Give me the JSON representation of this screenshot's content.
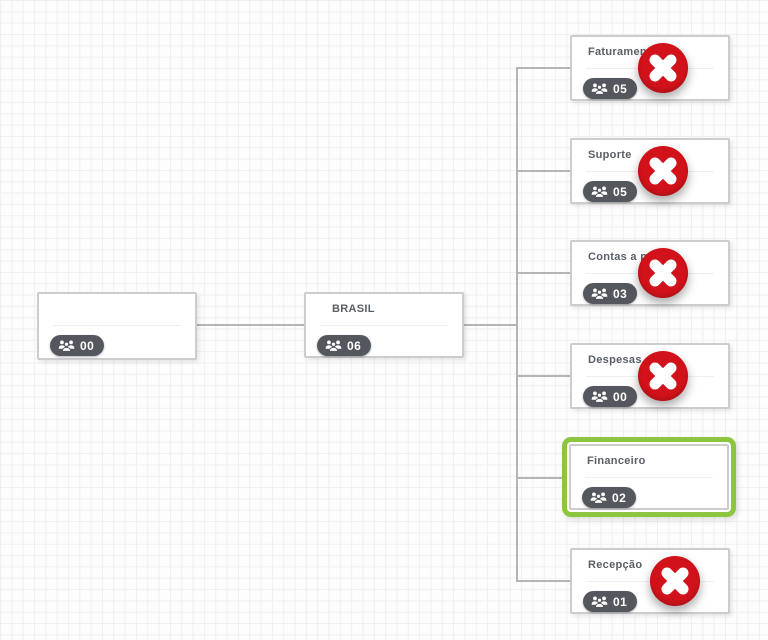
{
  "canvas": {
    "background": "#fdfdfd",
    "grid_line_color": "#f1eff0"
  },
  "colors": {
    "selected_green": "#8cc63f",
    "delete_red": "#d2121a",
    "badge_bg": "#55575e",
    "connector_gray": "#b4b4b6",
    "node_border": "#cdcdcd"
  },
  "nodes": [
    {
      "title": "",
      "count": "00",
      "has_delete_marker": false,
      "selected": false
    },
    {
      "title": "BRASIL",
      "count": "06",
      "has_delete_marker": false,
      "selected": false
    },
    {
      "title": "Faturamento",
      "count": "05",
      "has_delete_marker": true,
      "selected": false
    },
    {
      "title": "Suporte",
      "count": "05",
      "has_delete_marker": true,
      "selected": false
    },
    {
      "title": "Contas a pagar",
      "count": "03",
      "has_delete_marker": true,
      "selected": false
    },
    {
      "title": "Despesas",
      "count": "00",
      "has_delete_marker": true,
      "selected": false
    },
    {
      "title": "Financeiro",
      "count": "02",
      "has_delete_marker": false,
      "selected": true
    },
    {
      "title": "Recepção",
      "count": "01",
      "has_delete_marker": true,
      "selected": false
    }
  ]
}
